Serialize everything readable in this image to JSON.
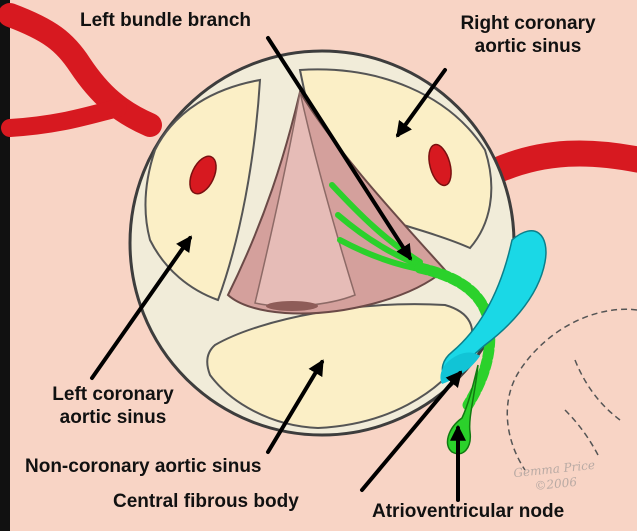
{
  "labels": {
    "left_bundle_branch": "Left bundle branch",
    "right_coronary_line1": "Right coronary",
    "right_coronary_line2": "aortic sinus",
    "left_coronary_line1": "Left coronary",
    "left_coronary_line2": "aortic sinus",
    "non_coronary": "Non-coronary aortic sinus",
    "central_fibrous_body": "Central fibrous body",
    "av_node": "Atrioventricular node"
  },
  "signature": {
    "name": "Gemma Price",
    "year": "©2006"
  },
  "colors": {
    "background": "#f8d4c5",
    "artery": "#d71920",
    "ring": "#f1ecd9",
    "sinus": "#fbefc6",
    "lumen": "#d4a09c",
    "bundle": "#2bd12b",
    "av_node": "#1ad8e6",
    "arrow": "#000000"
  }
}
